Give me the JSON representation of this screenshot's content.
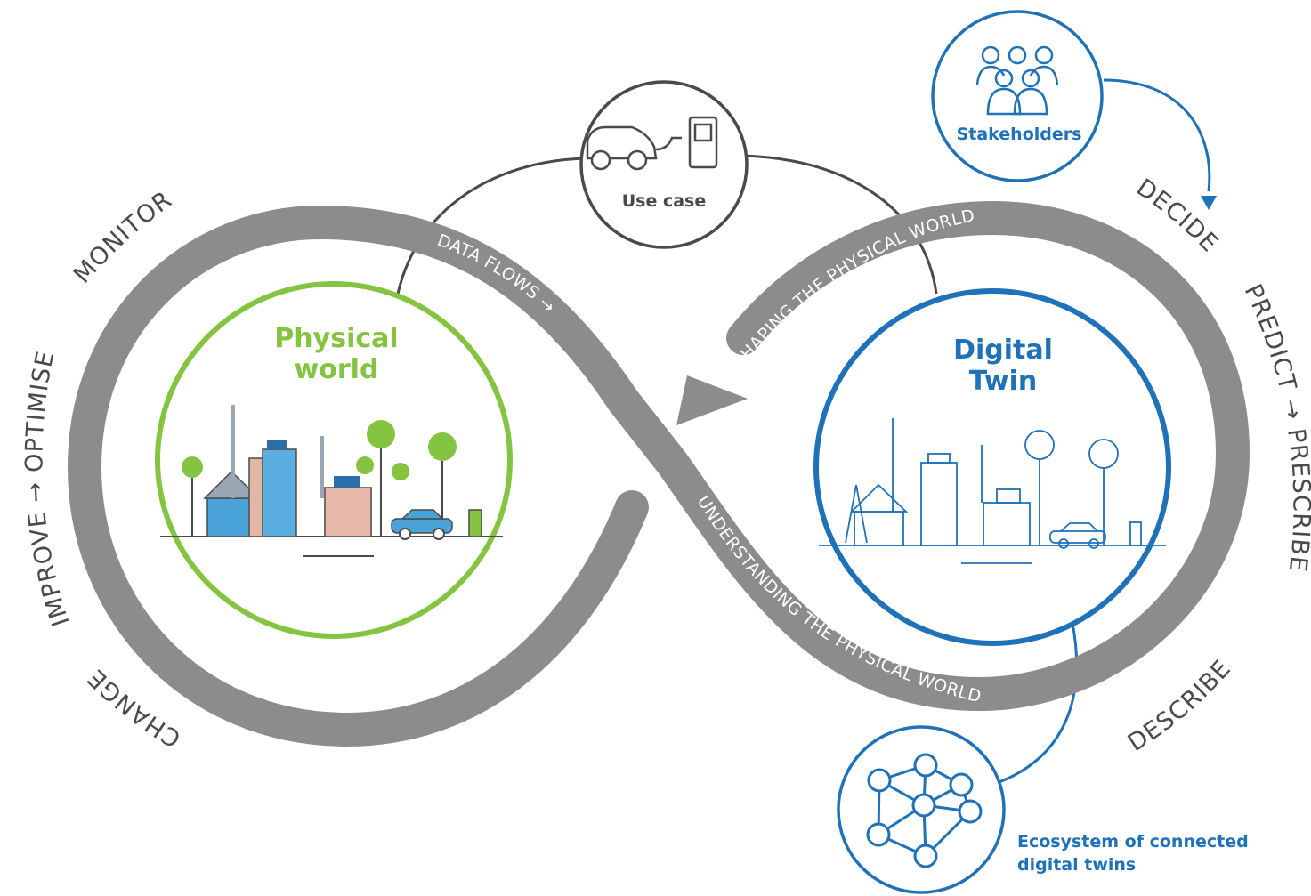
{
  "colors": {
    "band": "#8c8c8d",
    "green": "#84c441",
    "blue": "#1f72b8",
    "dark": "#4a4a4a"
  },
  "physical_world": {
    "title_line1": "Physical",
    "title_line2": "world"
  },
  "digital_twin": {
    "title_line1": "Digital",
    "title_line2": "Twin"
  },
  "use_case": {
    "label": "Use case",
    "icon": "ev-charging-icon"
  },
  "stakeholders": {
    "label": "Stakeholders",
    "icon": "people-group-icon"
  },
  "ecosystem": {
    "label_line1": "Ecosystem of connected",
    "label_line2": "digital twins",
    "icon": "network-icon"
  },
  "band_labels": {
    "data_flows": "DATA FLOWS →",
    "shaping": "SHAPING THE PHYSICAL WORLD",
    "understanding": "UNDERSTANDING THE PHYSICAL WORLD"
  },
  "stages": {
    "monitor": "MONITOR",
    "improve_optimise": "IMPROVE → OPTIMISE",
    "change": "CHANGE",
    "decide": "DECIDE",
    "predict_prescribe": "PREDICT → PRESCRIBE",
    "describe": "DESCRIBE"
  }
}
